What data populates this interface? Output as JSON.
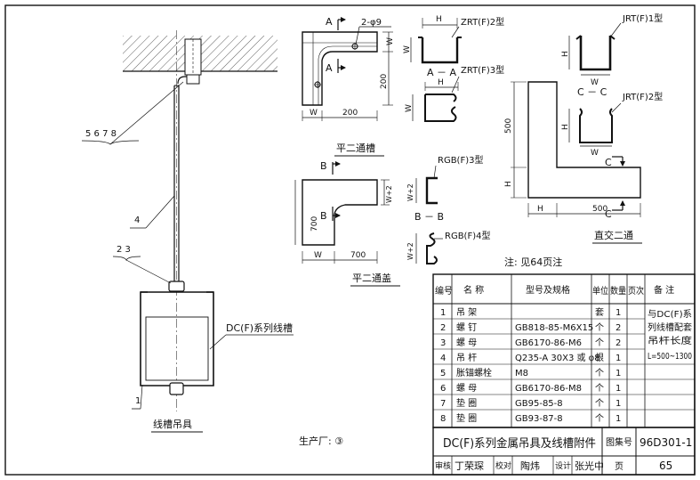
{
  "left_assembly": {
    "callout_parts": "5  6  7  8",
    "callout_rod": "4",
    "callout_nut": "2  3",
    "callout_bracket": "1",
    "trunking_label": "DC(F)系列线槽",
    "caption": "线槽吊具"
  },
  "manufacturer": "生产厂: ③",
  "horizontal_tee": {
    "marker_a_top": "A",
    "marker_a_bottom": "A",
    "hole_label": "2-φ9",
    "dim_w": "W",
    "dim_200_h": "200",
    "dim_200_v": "200",
    "dim_w_side": "W",
    "caption": "平二通槽",
    "section_title": "A － A",
    "zrt2_label": "ZRT(F)2型",
    "zrt3_label": "ZRT(F)3型",
    "dim_h_1": "H",
    "dim_h_2": "H",
    "dim_w_sec1": "W",
    "dim_w_sec2": "W"
  },
  "tee_cover": {
    "marker_b_top": "B",
    "marker_b_bottom": "B",
    "dim_w2": "W+2",
    "dim_700_v": "700",
    "dim_w": "W",
    "dim_700_h": "700",
    "caption": "平二通盖",
    "section_title": "B － B",
    "rgb3_label": "RGB(F)3型",
    "rgb4_label": "RGB(F)4型",
    "dim_w2_b": "W+2"
  },
  "right_angle": {
    "jrt1_label": "JRT(F)1型",
    "jrt2_label": "JRT(F)2型",
    "section_title": "C － C",
    "dim_h_sec": "H",
    "dim_w_sec1": "W",
    "dim_w_sec2": "W",
    "dim_500_v": "500",
    "dim_h_v": "H",
    "dim_h_h": "H",
    "dim_500_h": "500",
    "marker_c_top": "C",
    "marker_c_bottom": "C",
    "caption": "直交二通"
  },
  "note": "注: 见64页注",
  "bom": {
    "headers": [
      "编号",
      "名  称",
      "型号及规格",
      "单位",
      "数量",
      "页次",
      "备  注"
    ],
    "rows": [
      [
        "1",
        "吊    架",
        "",
        "套",
        "1",
        "",
        ""
      ],
      [
        "2",
        "螺    钉",
        "GB818-85-M6X15",
        "个",
        "2",
        "",
        ""
      ],
      [
        "3",
        "螺    母",
        "GB6170-86-M6",
        "个",
        "2",
        "",
        ""
      ],
      [
        "4",
        "吊    杆",
        "Q235-A 30X3 或 φ8",
        "根",
        "1",
        "",
        ""
      ],
      [
        "5",
        "胀锚螺栓",
        "M8",
        "个",
        "1",
        "",
        ""
      ],
      [
        "6",
        "螺    母",
        "GB6170-86-M8",
        "个",
        "1",
        "",
        ""
      ],
      [
        "7",
        "垫    圈",
        "GB95-85-8",
        "个",
        "1",
        "",
        ""
      ],
      [
        "8",
        "垫    圈",
        "GB93-87-8",
        "个",
        "1",
        "",
        ""
      ]
    ],
    "remark_lines": [
      "与DC(F)系",
      "列线槽配套",
      "吊杆长度",
      "L=500~1300"
    ]
  },
  "title_block": {
    "title": "DC(F)系列金属吊具及线槽附件",
    "atlas_label": "图集号",
    "atlas_no": "96D301-1",
    "review_label": "审核",
    "review_name": "丁荣琛",
    "check_label": "校对",
    "check_name": "陶炜",
    "design_label": "设计",
    "design_name": "张光中",
    "page_label": "页",
    "page_no": "65"
  }
}
